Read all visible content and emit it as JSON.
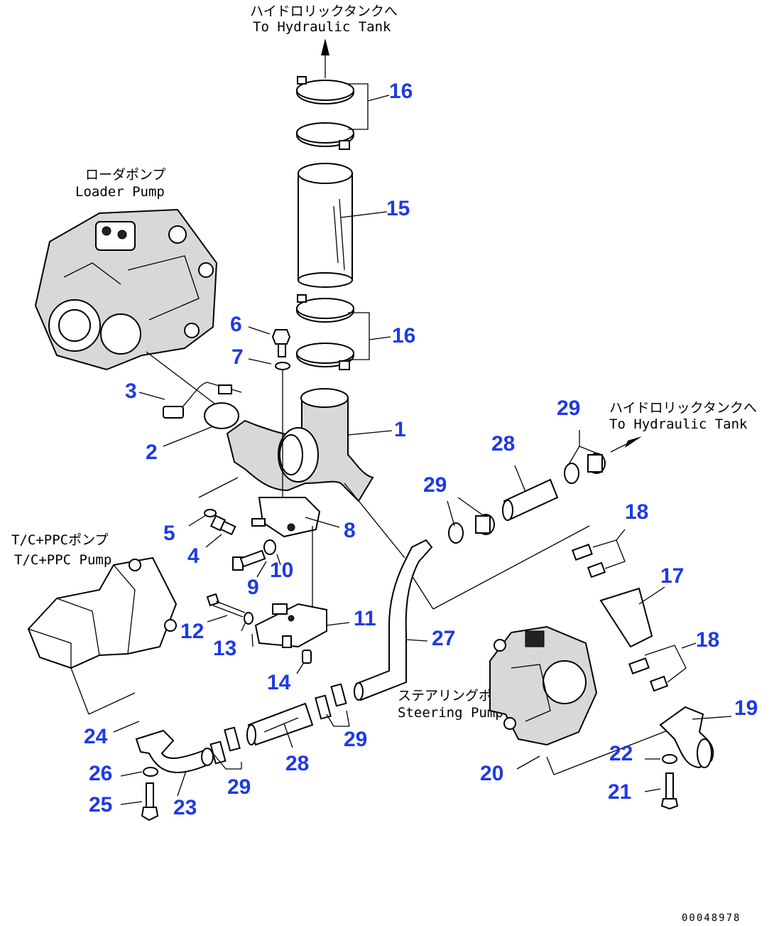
{
  "labels": {
    "tank_top_jp": "ハイドロリックタンクへ",
    "tank_top_en": "To Hydraulic Tank",
    "tank_right_jp": "ハイドロリックタンクへ",
    "tank_right_en": "To Hydraulic Tank",
    "loader_pump_jp": "ローダポンプ",
    "loader_pump_en": "Loader Pump",
    "tc_ppc_pump_jp": "T/C+PPCポンプ",
    "tc_ppc_pump_en": "T/C+PPC Pump",
    "steering_pump_jp": "ステアリングポンプ",
    "steering_pump_en": "Steering Pump"
  },
  "callouts": [
    "16",
    "15",
    "16",
    "6",
    "7",
    "3",
    "2",
    "1",
    "29",
    "28",
    "29",
    "5",
    "4",
    "8",
    "10",
    "9",
    "18",
    "17",
    "12",
    "13",
    "11",
    "27",
    "18",
    "14",
    "19",
    "24",
    "26",
    "25",
    "23",
    "29",
    "28",
    "29",
    "20",
    "22",
    "21"
  ],
  "reference_number": "00048978",
  "colors": {
    "callout": "#1f3ae6",
    "line": "#000000",
    "background": "#ffffff"
  }
}
